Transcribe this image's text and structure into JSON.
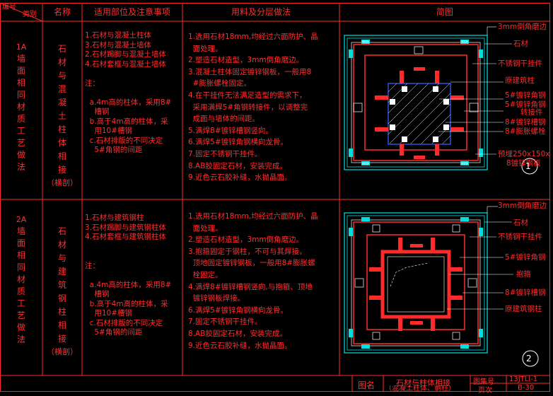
{
  "header": {
    "code_top": "编号",
    "code_bottom": "类别",
    "name": "名称",
    "scope": "适用部位及注意事项",
    "method": "用料及分层做法",
    "diagram": "简图"
  },
  "rows": [
    {
      "code": "1A",
      "category": "墙面相同材质工艺做法",
      "name": "石材与混凝土柱体相接",
      "name_sub": "（横剖）",
      "scope": "1.石材与混凝土柱体\n3.石材与混凝土墙体\n2.石材踢脚与混凝土墙体\n4.石材套框与混凝土墙体\n\n注：\n\n  a.4m高的柱体，采用8#\n    槽钢\n  b.高于4m高的柱体，采\n    用10#槽钢\n  c.石材排版的不同决定\n    5#角钢的间距",
      "method": "1.选用石材18mm,均经过六面防护、晶\n  面处理。\n2.塑造石材造型，3mm倒角磨边。\n3.混凝土柱体固定镀锌钢板，一般用8\n  #膨胀螺栓固定。\n4.在干挂件无法满足造型的需求下，\n  采用满焊5#角钢转接件，以调整完\n  成面与墙体的间距。\n5.满焊8#镀锌槽钢竖向。\n6.满焊5#镀锌角钢横向龙骨。\n7.固定不锈钢干挂件。\n8.AB胶固定石材，安装完成。\n9.近色云石胶补缝，水抛晶面。",
      "labels": [
        "3mm倒角磨边",
        "石材",
        "不锈钢干挂件",
        "原建筑柱",
        "5#镀锌角钢",
        "5#镀锌角钢",
        "转接件",
        "8#镀锌槽钢",
        "8#膨胀螺栓",
        "预埋250x150x",
        "8镀锌钢板"
      ],
      "number": "1"
    },
    {
      "code": "2A",
      "category": "墙面相同材质工艺做法",
      "name": "石材与建筑钢柱相接",
      "name_sub": "（横剖）",
      "scope": "1.石材与建筑钢柱\n3.石材踢脚与建筑钢柱体\n4.石材套框与建筑钢柱体\n\n\n注：\n\n  a.4m高的柱体，采用8#\n    槽钢\n  b.高于4m高的柱体，采\n    用10#槽钢\n  c.石材排版的不同决定\n    5#角钢的间距",
      "method": "1.选用石材18mm,均经过六面防护、晶\n  面处理。\n2.塑造石材造型，3mm倒角磨边。\n3.抱箍固定于钢柱，不可与其焊接，\n  顶地固定镀锌钢板，一般用8#膨胀螺\n  栓固定。\n4.满焊8#镀锌槽钢竖向,与抱箍、顶地\n  镀锌钢板焊接。\n6.满焊5#镀锌角钢横向龙骨。\n7.固定不锈钢干挂件。\n8.AB胶固定石材，安装完成。\n9.近色云石胶补缝，水抛晶面。",
      "labels": [
        "3mm倒角磨边",
        "石材",
        "不锈钢干挂件",
        "5#镀锌角钢",
        "抱箍",
        "8#镀锌槽钢",
        "原建筑钢柱"
      ],
      "number": "2"
    }
  ],
  "footer": {
    "title_label": "图名",
    "title_1": "石材与柱体相接",
    "title_2": "（混凝土柱体、钢柱）",
    "atlas_label": "图集号",
    "atlas_value": "13JTLl-1",
    "page_label": "页次",
    "page_value": "B-30"
  }
}
